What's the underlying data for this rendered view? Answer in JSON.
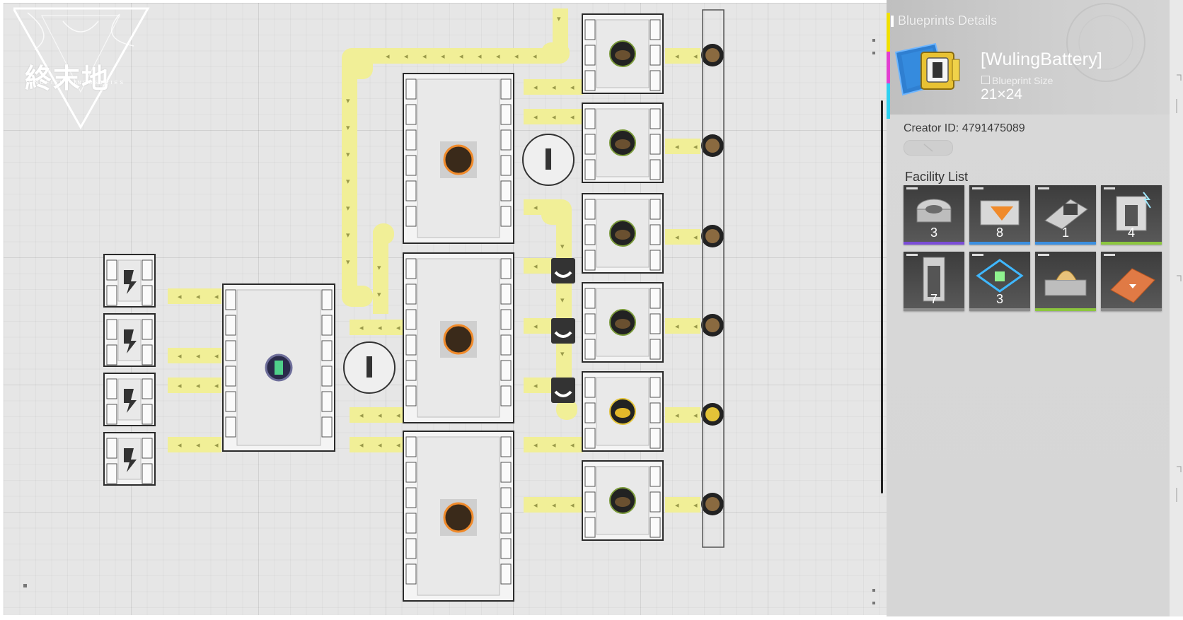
{
  "watermark": {
    "text": "終末地",
    "subtitle": "ENDFIELD INDUSTRIES"
  },
  "panel": {
    "title": "Blueprints Details",
    "blueprint_name": "[WulingBattery]",
    "size_label": "Blueprint Size",
    "size_value": "21×24",
    "creator": "Creator ID: 4791475089",
    "facility_title": "Facility List",
    "facilities": [
      {
        "name": "refining-unit",
        "count": "3",
        "color": "#7a4cd6"
      },
      {
        "name": "packaging-unit",
        "count": "8",
        "color": "#3b8fe0"
      },
      {
        "name": "grinding-unit",
        "count": "1",
        "color": "#3b8fe0"
      },
      {
        "name": "power-pylon",
        "count": "4",
        "color": "#8cc63e"
      },
      {
        "name": "storage-tower",
        "count": "7",
        "color": "#8c8c8c"
      },
      {
        "name": "relay-tower",
        "count": "3",
        "color": "#8c8c8c"
      },
      {
        "name": "splitter",
        "count": "",
        "color": "#8cc63e"
      },
      {
        "name": "floor-plate",
        "count": "",
        "color": "#8c8c8c"
      }
    ],
    "stripe_colors": [
      "#f0e000",
      "#e23fd1",
      "#2fd0f0"
    ]
  }
}
